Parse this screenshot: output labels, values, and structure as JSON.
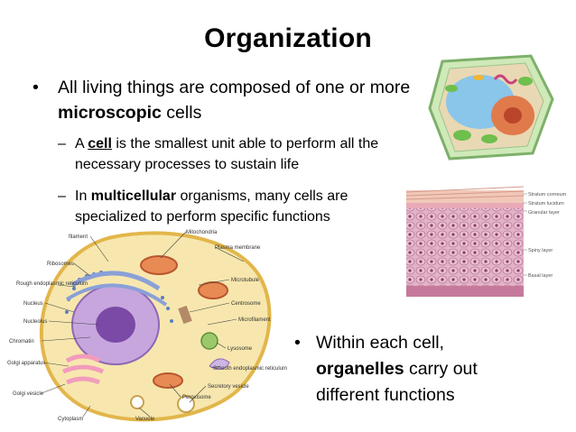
{
  "slide": {
    "title": "Organization",
    "bullet1": {
      "marker": "•",
      "pre": "All living things are composed of one or more ",
      "bold": "microscopic",
      "post": " cells"
    },
    "sub1": {
      "marker": "–",
      "pre": "A ",
      "bold": "cell",
      "post": " is the smallest unit able to perform all the necessary processes to sustain life"
    },
    "sub2": {
      "marker": "–",
      "pre": "In ",
      "bold": "multicellular",
      "post": " organisms, many cells are specialized to perform specific functions"
    },
    "bullet2": {
      "marker": "•",
      "pre": "Within each cell, ",
      "bold": "organelles",
      "post": " carry out different functions"
    }
  },
  "cell_diagram_labels": {
    "filament": "filament",
    "mitochondria": "Mitochondria",
    "plasma_membrane": "Plasma membrane",
    "ribosomes": "Ribosomes",
    "rough_er": "Rough endoplasmic reticulum",
    "microtubule": "Microtubule",
    "nucleus": "Nucleus",
    "centrosome": "Centrosome",
    "nucleolus": "Nucleolus",
    "microfilament": "Microfilament",
    "chromatin": "Chromatin",
    "lysosome": "Lysosome",
    "golgi_apparatus": "Golgi apparatus",
    "smooth_er": "Smooth endoplasmic reticulum",
    "secretory_vesicle": "Secretory vesicle",
    "golgi_vesicle": "Golgi vesicle",
    "peroxisome": "Peroxisome",
    "cytoplasm": "Cytoplasm",
    "vacuole": "Vacuole"
  },
  "skin_labels": {
    "stratum_corneum": "Stratum corneum",
    "stratum_lucidum": "Stratum lucidum",
    "granular_layer": "Granular layer",
    "spiny_layer": "Spiny layer",
    "basal_layer": "Basal layer"
  },
  "colors": {
    "background": "#ffffff",
    "text": "#000000",
    "cell_cytoplasm": "#f6e3a8",
    "nucleus": "#a57cc8",
    "plant_wall": "#8fc37a"
  }
}
